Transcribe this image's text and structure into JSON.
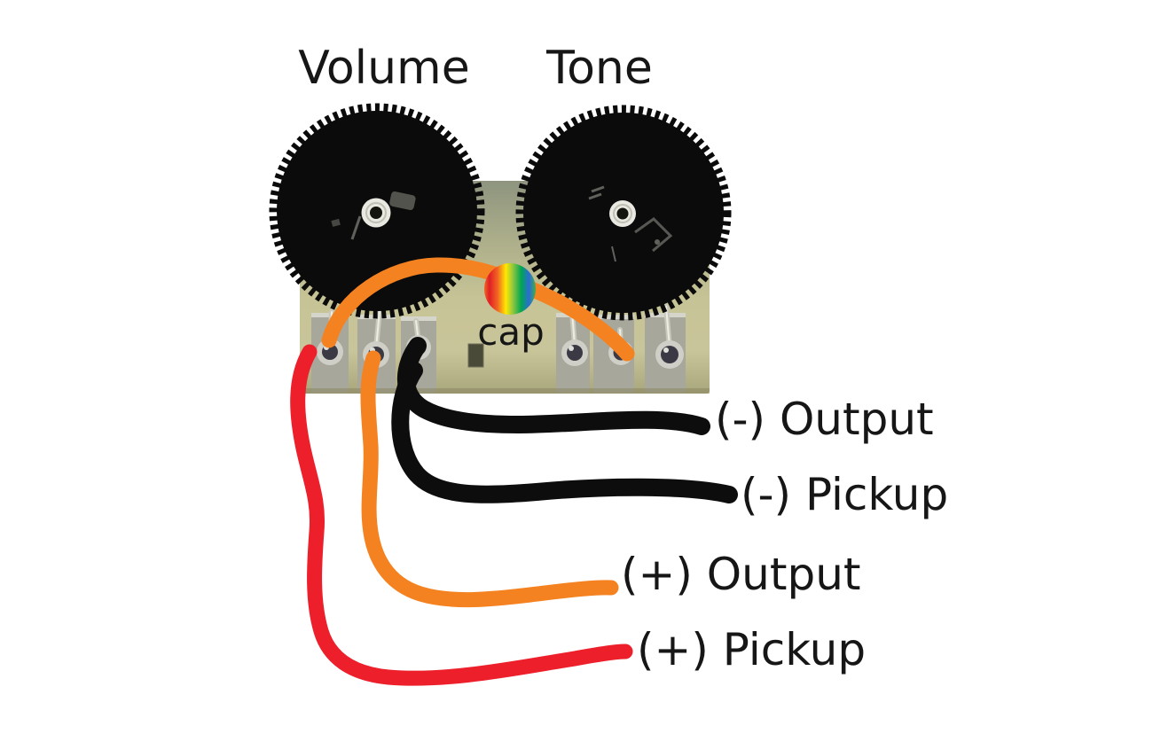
{
  "diagram": {
    "pot_labels": {
      "volume": "Volume",
      "tone": "Tone"
    },
    "cap_label": "cap",
    "wire_labels": {
      "neg_output": "(-) Output",
      "neg_pickup": "(-) Pickup",
      "pos_output": "(+) Output",
      "pos_pickup": "(+) Pickup"
    }
  },
  "colors": {
    "background": "#FFFFFF",
    "text": "#161616",
    "wire_red": "#EC1F2B",
    "wire_orange": "#F58220",
    "wire_black": "#0D0D0D",
    "knob": "#0B0B0B",
    "knob_mark": "#9A9A93",
    "rivet_white": "#E9E9E2",
    "rivet_core": "#15150F",
    "pcb_light": "#C6C396",
    "pcb_dark": "#919781",
    "pad": "#A8A79B",
    "pad_highlight": "#D6D5CB",
    "lead": "#C7C7BC",
    "lead_highlight": "#EDEDE3",
    "solder_core": "#3B3A44",
    "solder_rim": "#CFCFC7",
    "board_slot": "#4A4A38",
    "cap_gradient": [
      "#F26522",
      "#E01F26",
      "#F26522",
      "#FFE800",
      "#8DC63F",
      "#00A651",
      "#2B6CD4",
      "#3FAE49"
    ]
  }
}
